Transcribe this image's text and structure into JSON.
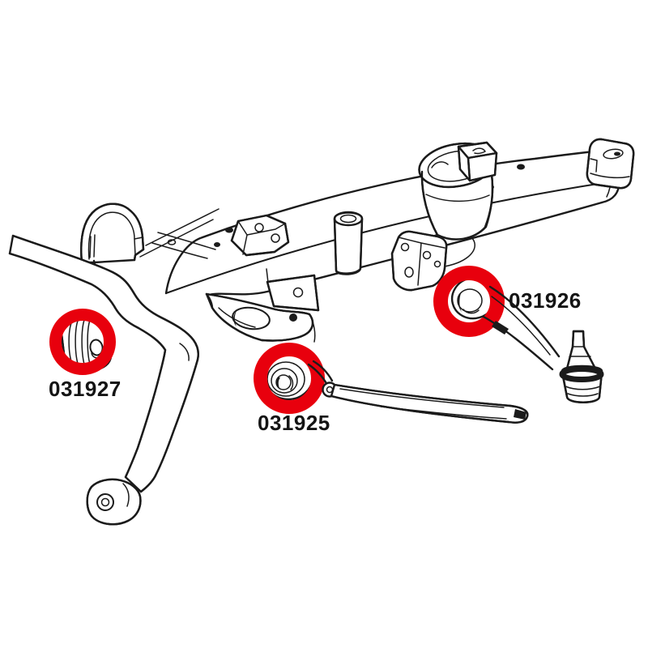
{
  "diagram": {
    "background_color": "#ffffff",
    "line_color": "#1b1b1b",
    "highlight_color": "#e8000d",
    "label_color": "#141414",
    "parts": [
      {
        "part_number": "031927",
        "marker": "red-highlight-ring"
      },
      {
        "part_number": "031925",
        "marker": "red-highlight-ring"
      },
      {
        "part_number": "031926",
        "marker": "red-highlight-ring"
      }
    ]
  }
}
